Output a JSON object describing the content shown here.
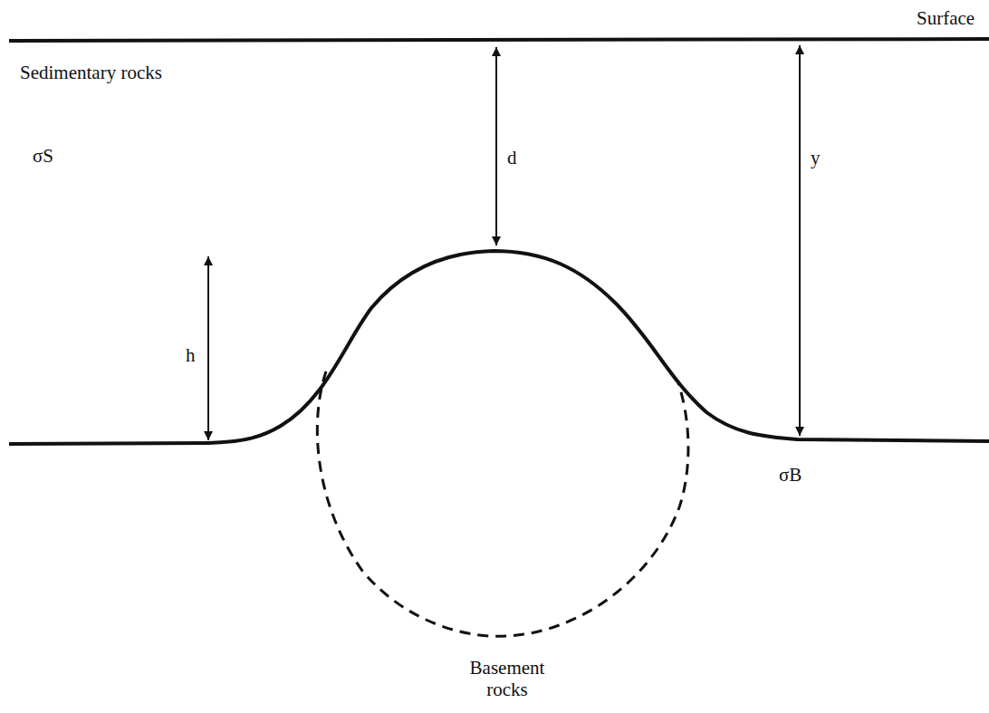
{
  "diagram": {
    "labels": [
      "Surface",
      "Sedimentary rocks",
      "σS",
      "d",
      "y",
      "h",
      "σB",
      "Basement rocks"
    ]
  }
}
